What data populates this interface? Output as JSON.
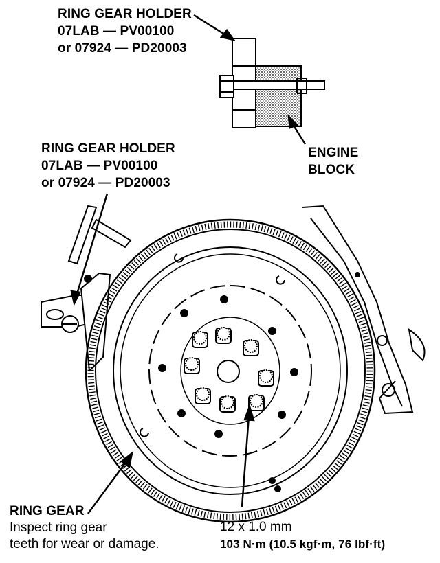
{
  "labels": {
    "holder_top": {
      "title": "RING GEAR HOLDER",
      "part1": "07LAB — PV00100",
      "part2": "or 07924 — PD20003"
    },
    "holder_left": {
      "title": "RING GEAR HOLDER",
      "part1": "07LAB — PV00100",
      "part2": "or 07924 — PD20003"
    },
    "engine_block": {
      "line1": "ENGINE",
      "line2": "BLOCK"
    },
    "ring_gear": {
      "title": "RING GEAR",
      "note1": "Inspect ring gear",
      "note2": "teeth for wear or damage."
    },
    "bolt_spec": {
      "size": "12 x 1.0 mm",
      "torque": "103 N·m (10.5 kgf·m, 76 lbf·ft)"
    }
  },
  "colors": {
    "ink": "#000000",
    "paper": "#ffffff",
    "stipple": "#9a9a9a"
  }
}
